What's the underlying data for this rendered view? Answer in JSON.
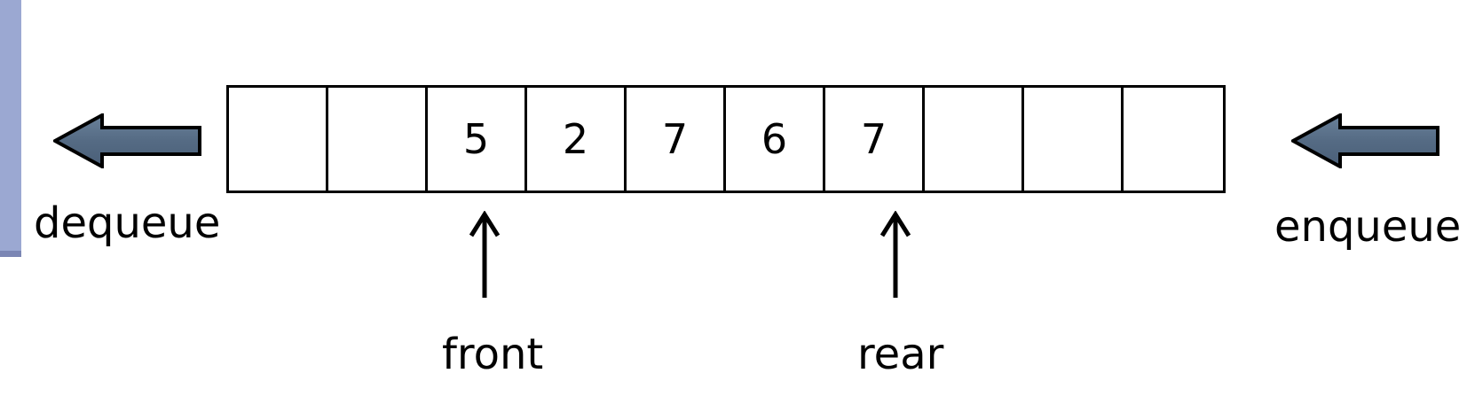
{
  "queue": {
    "cells": [
      "",
      "",
      "5",
      "2",
      "7",
      "6",
      "7",
      "",
      "",
      ""
    ]
  },
  "labels": {
    "dequeue": "dequeue",
    "enqueue": "enqueue",
    "front": "front",
    "rear": "rear"
  },
  "colors": {
    "accent_bar": "#9ba8d2",
    "arrow_fill": "#5a7089",
    "stroke": "#000000"
  },
  "icons": {
    "dequeue_arrow": "left-arrow-icon",
    "enqueue_arrow": "left-arrow-icon",
    "pointer_arrow": "up-arrow-icon"
  }
}
